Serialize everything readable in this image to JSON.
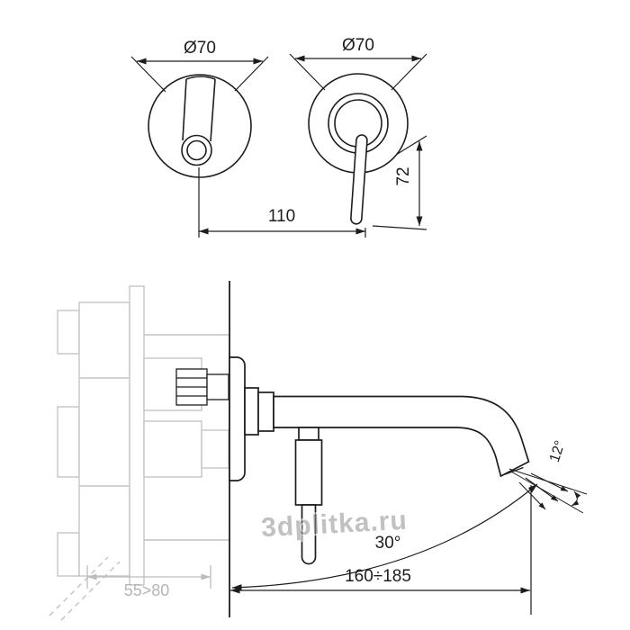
{
  "drawing": {
    "front_view": {
      "spout_diameter_label": "Ø70",
      "valve_diameter_label": "Ø70",
      "centers_distance_label": "110",
      "handle_length_label": "72"
    },
    "side_view": {
      "wall_depth_label": "55>80",
      "spout_reach_label": "160÷185",
      "swivel_angle_label": "30°",
      "spout_tilt_label": "12°"
    }
  },
  "watermark": {
    "text": "3dplitka.ru"
  },
  "colors": {
    "line": "#1d1d1d",
    "concealed_part": "#c4c4c4",
    "dim_gray": "#b5b5b5",
    "watermark": "#8f8f8f",
    "background": "#ffffff"
  }
}
